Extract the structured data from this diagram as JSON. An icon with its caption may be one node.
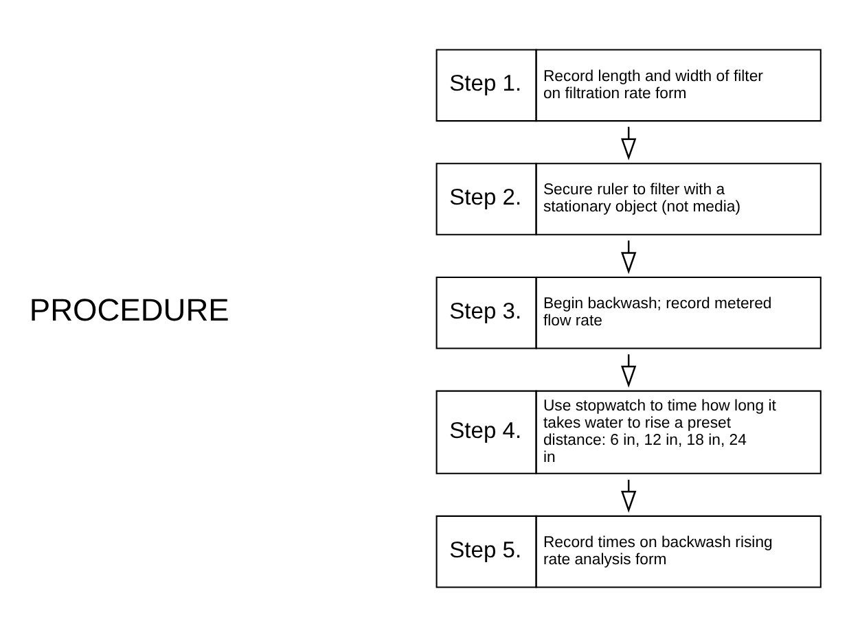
{
  "diagram": {
    "nodes": [
      {
        "text": [
          "Step 1.",
          "Record length and width of filter on filtration rate form"
        ]
      },
      {
        "text": [
          "Step 2.",
          "Secure ruler to filter with a stationary object (not media)"
        ]
      },
      {
        "text": [
          "Step 3.",
          "Begin backwash; record metered flow rate"
        ]
      },
      {
        "text": [
          "Step 4.",
          "Use stopwatch to time how long it takes water to rise a preset distance: 6 in, 12 in, 18 in, 24 in"
        ]
      },
      {
        "text": [
          "Step 5.",
          "Record times on backwash rising rate analysis form"
        ]
      }
    ],
    "edges": [
      {
        "from": 0,
        "to": 1,
        "arrow": "to"
      },
      {
        "from": 1,
        "to": 2,
        "arrow": "to"
      },
      {
        "from": 2,
        "to": 3,
        "arrow": "to"
      },
      {
        "from": 3,
        "to": 4,
        "arrow": "to"
      }
    ],
    "labels": [
      "PROCEDURE"
    ]
  }
}
